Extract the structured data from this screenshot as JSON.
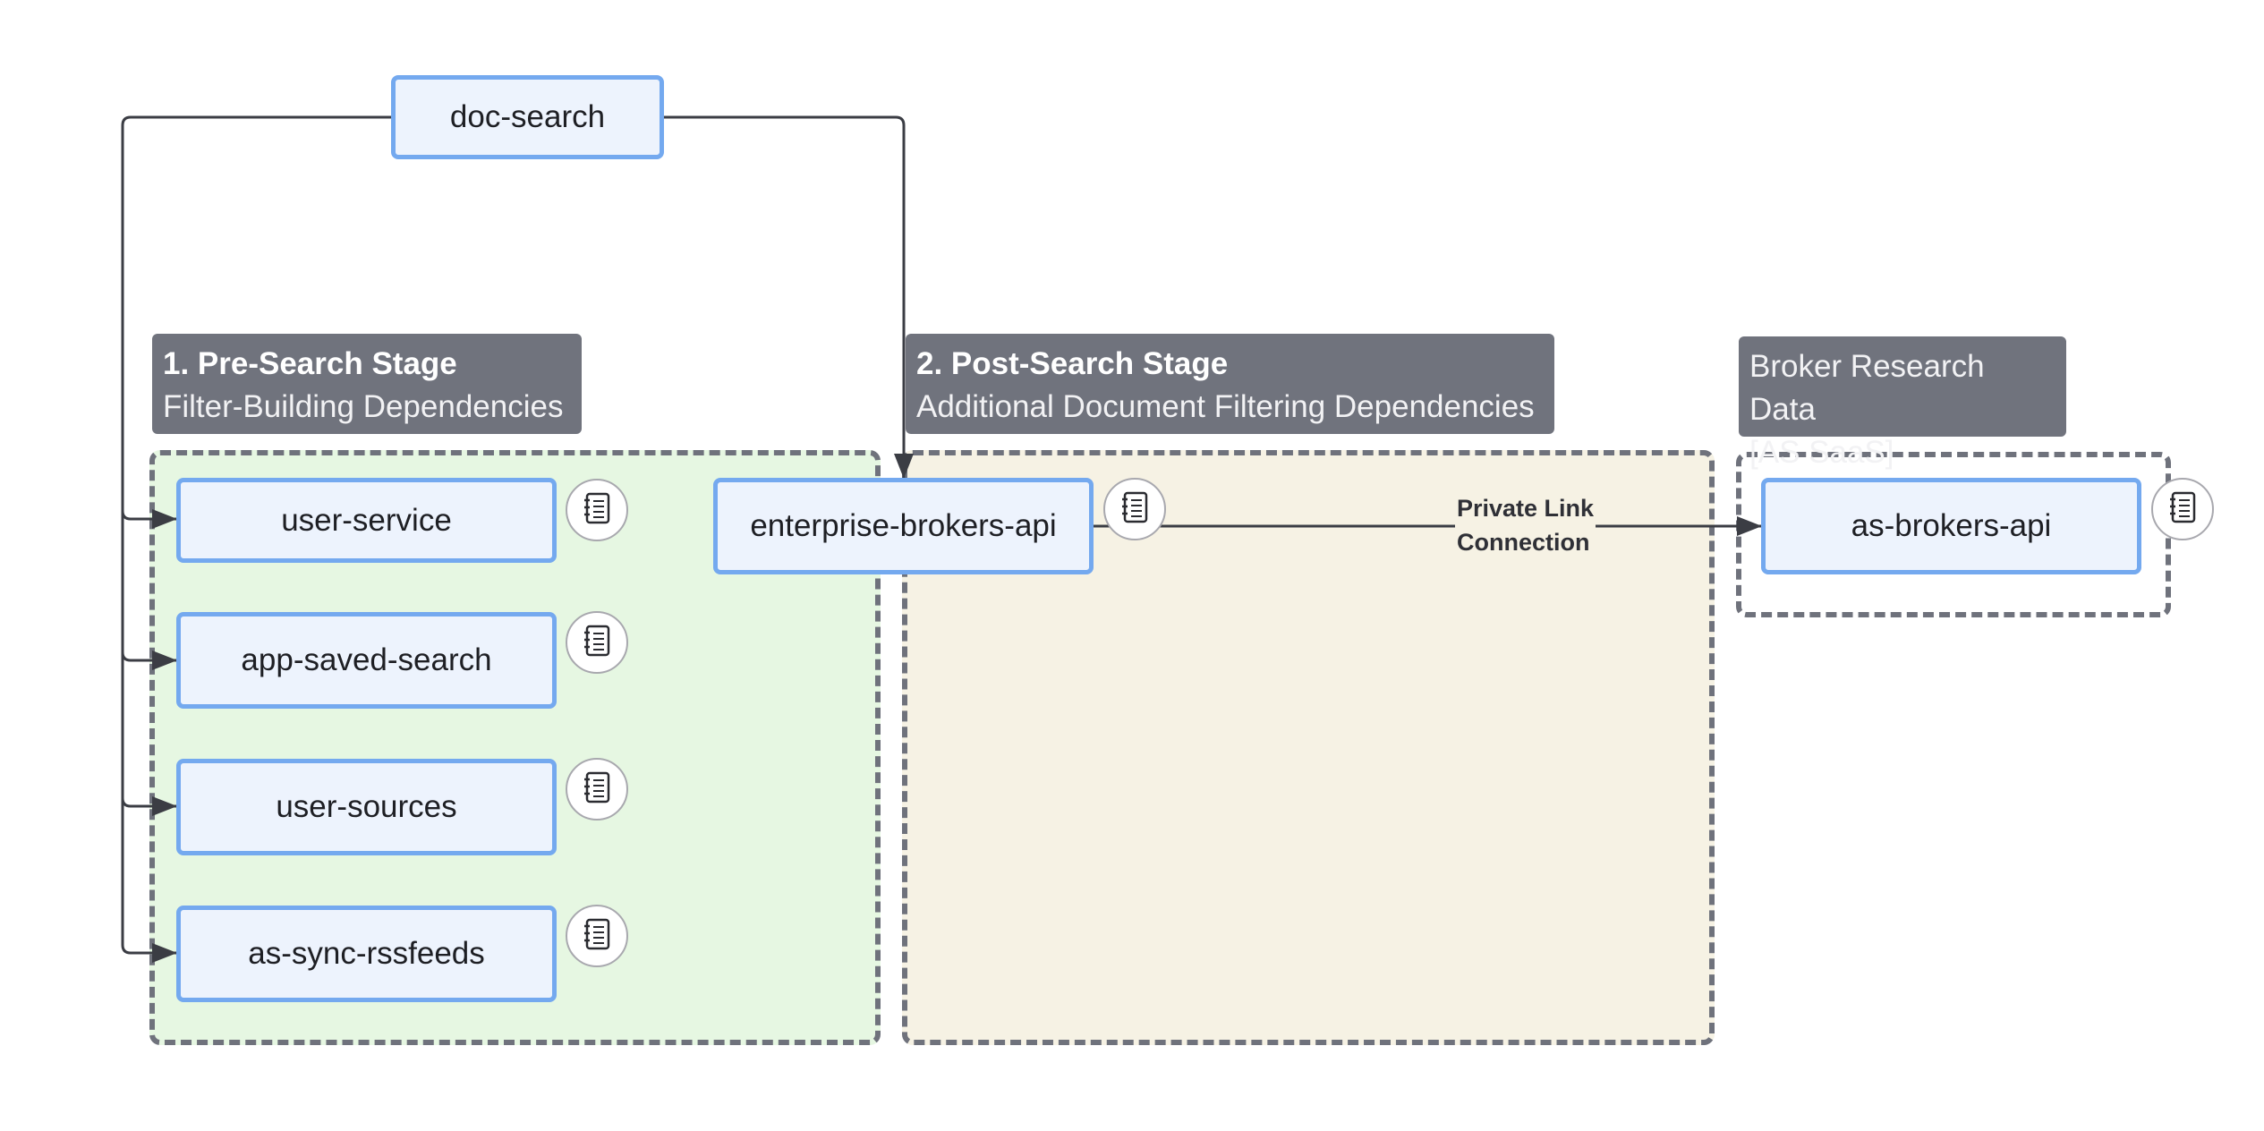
{
  "stages": {
    "pre": {
      "title": "1. Pre-Search Stage",
      "subtitle": "Filter-Building Dependencies"
    },
    "post": {
      "title": "2. Post-Search Stage",
      "subtitle": "Additional Document Filtering Dependencies"
    },
    "broker": {
      "line1": "Broker Research Data",
      "line2": "[AS SaaS]"
    }
  },
  "nodes": {
    "doc_search": "doc-search",
    "user_service": "user-service",
    "app_saved_search": "app-saved-search",
    "user_sources": "user-sources",
    "as_sync_rssfeeds": "as-sync-rssfeeds",
    "enterprise_brokers_api": "enterprise-brokers-api",
    "as_brokers_api": "as-brokers-api"
  },
  "edges": {
    "private_link_line1": "Private Link",
    "private_link_line2": "Connection"
  },
  "colors": {
    "pre_zone_fill": "#e6f7e2",
    "post_zone_fill": "#f6f2e4",
    "node_fill": "#edf3fd",
    "node_border": "#74a9ef",
    "label_fill": "#70737d",
    "connector": "#3b3d44"
  },
  "icons": {
    "doc_button": "notebook-icon"
  }
}
